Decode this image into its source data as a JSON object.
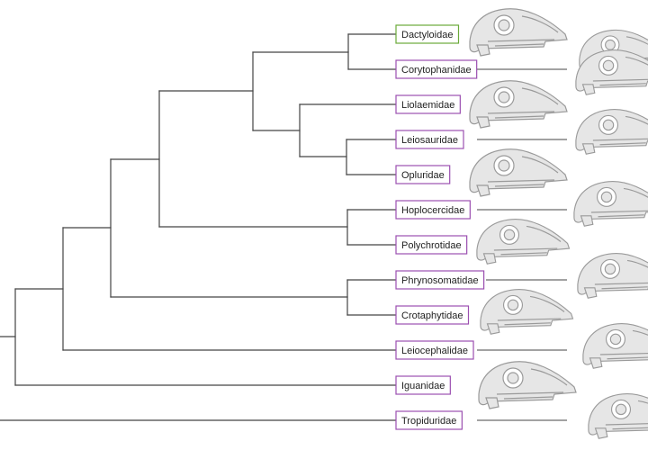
{
  "taxa": [
    {
      "name": "Dactyloidae",
      "box_color": "#6aaa3a"
    },
    {
      "name": "Corytophanidae",
      "box_color": "#9b4fb0"
    },
    {
      "name": "Liolaemidae",
      "box_color": "#9b4fb0"
    },
    {
      "name": "Leiosauridae",
      "box_color": "#9b4fb0"
    },
    {
      "name": "Opluridae",
      "box_color": "#9b4fb0"
    },
    {
      "name": "Hoplocercidae",
      "box_color": "#9b4fb0"
    },
    {
      "name": "Polychrotidae",
      "box_color": "#9b4fb0"
    },
    {
      "name": "Phrynosomatidae",
      "box_color": "#9b4fb0"
    },
    {
      "name": "Crotaphytidae",
      "box_color": "#9b4fb0"
    },
    {
      "name": "Leiocephalidae",
      "box_color": "#9b4fb0"
    },
    {
      "name": "Iguanidae",
      "box_color": "#9b4fb0"
    },
    {
      "name": "Tropiduridae",
      "box_color": "#9b4fb0"
    }
  ],
  "colors": {
    "branch": "#444444",
    "skull_fill": "#e6e6e6",
    "skull_stroke": "#9a9a9a"
  },
  "icons": {
    "skull": "lizard-skull-icon"
  }
}
